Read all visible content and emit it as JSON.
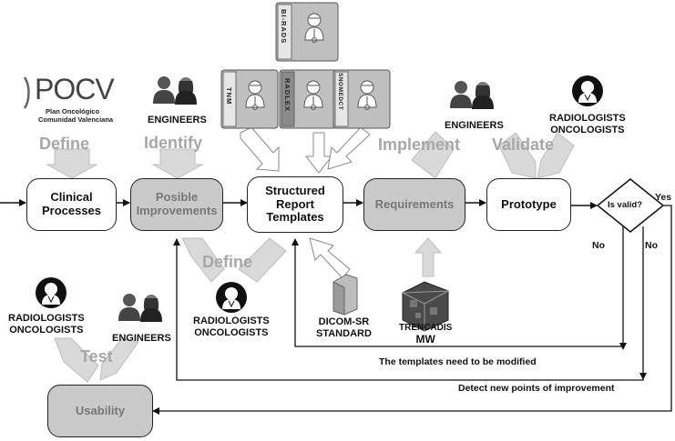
{
  "logo": {
    "name": "POCV",
    "line1": "Plan Oncológico",
    "line2": "Comunidad Valenciana"
  },
  "stages": {
    "define1": "Define",
    "identify": "Identify",
    "implement": "Implement",
    "validate": "Validate",
    "define2": "Define",
    "test": "Test"
  },
  "processes": {
    "clinical": [
      "Clinical",
      "Processes"
    ],
    "posible": [
      "Posible",
      "Improvements"
    ],
    "structured": [
      "Structured",
      "Report",
      "Templates"
    ],
    "requirements": "Requirements",
    "prototype": "Prototype",
    "usability": "Usability"
  },
  "actors": {
    "engineers": "ENGINEERS",
    "radiologists": "RADIOLOGISTS",
    "oncologists": "ONCOLOGISTS"
  },
  "sources": {
    "birads": "BI-RADS",
    "tnm": "TNM",
    "radlex": "RADLEX",
    "snomed": "SNOMEDCT",
    "dicom": [
      "DICOM-SR",
      "STANDARD"
    ],
    "trencadis": [
      "TRENCADIS",
      "MW"
    ]
  },
  "decision": {
    "question": "Is valid?",
    "yes": "Yes",
    "no1": "No",
    "no2": "No"
  },
  "feedback": {
    "templates": "The templates need to be modified",
    "improvement": "Detect new points of improvement"
  },
  "colors": {
    "grey_box": "#c9c9c9",
    "stage_text": "#a7a7a7",
    "arrow_fill": "#d9d9d9"
  }
}
